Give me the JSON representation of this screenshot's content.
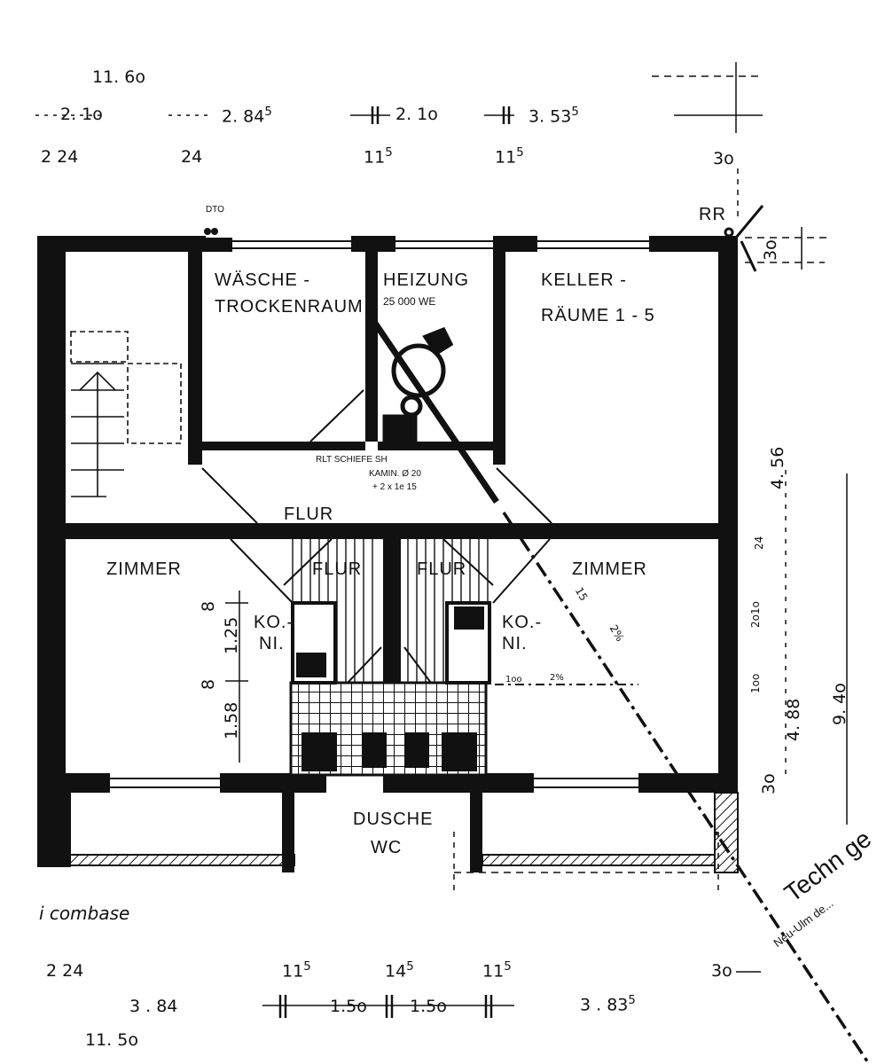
{
  "rooms": {
    "waesche": "WÄSCHE -",
    "trockenraum": "TROCKENRAUM",
    "heizung": "HEIZUNG",
    "heizung_note": "25 000 WE",
    "keller": "KELLER -",
    "raeume": "RÄUME 1 - 5",
    "flur_main": "FLUR",
    "flur_left": "FLUR",
    "flur_right": "FLUR",
    "zimmer_left": "ZIMMER",
    "zimmer_right": "ZIMMER",
    "koni_left_1": "KO.-",
    "koni_left_2": "NI.",
    "koni_right_1": "KO.-",
    "koni_right_2": "NI.",
    "dusche": "DUSCHE",
    "wc": "WC"
  },
  "annotations": {
    "dto": "DTO",
    "rr": "RR",
    "kamin_1": "RLT  SCHIEFE  SH",
    "kamin_2": "KAMIN. Ø 20",
    "kamin_3": "+ 2 x 1e 15",
    "signature": "i  combase",
    "stamp_1": "Techn ge",
    "stamp_2": "Neu-Ulm de..."
  },
  "dimensions_top": {
    "total": "11. 6o",
    "d1": "2. 1o",
    "d2_base": "2. 84",
    "d2_sup": "5",
    "d3": "2. 1o",
    "d4_base": "3. 53",
    "d4_sup": "5",
    "w1": "2 24",
    "w2": "24",
    "w3_base": "11",
    "w3_sup": "5",
    "w4_base": "11",
    "w4_sup": "5",
    "w5": "3o"
  },
  "dimensions_bottom": {
    "w1": "2 24",
    "w2_base": "11",
    "w2_sup": "5",
    "w3_base": "14",
    "w3_sup": "5",
    "w4_base": "11",
    "w4_sup": "5",
    "w5": "3o",
    "d1": "3 . 84",
    "d2": "1.5o",
    "d3": "1.5o",
    "d4_base": "3 . 83",
    "d4_sup": "5",
    "total": "11. 5o"
  },
  "dimensions_side": {
    "top_30": "3o",
    "d456": "4. 56",
    "d24": "24",
    "d2010": "2o1o",
    "d100": "1oo",
    "d488": "4. 88",
    "d940": "9. 4o",
    "bot_30": "3o"
  },
  "dimensions_interior": {
    "koni_8a": "8",
    "koni_125": "1.25",
    "koni_8b": "8",
    "koni_158": "1.58",
    "slope_15": "15",
    "slope_2": "2%",
    "pipe_100": "1oo",
    "pipe_2": "2%"
  }
}
